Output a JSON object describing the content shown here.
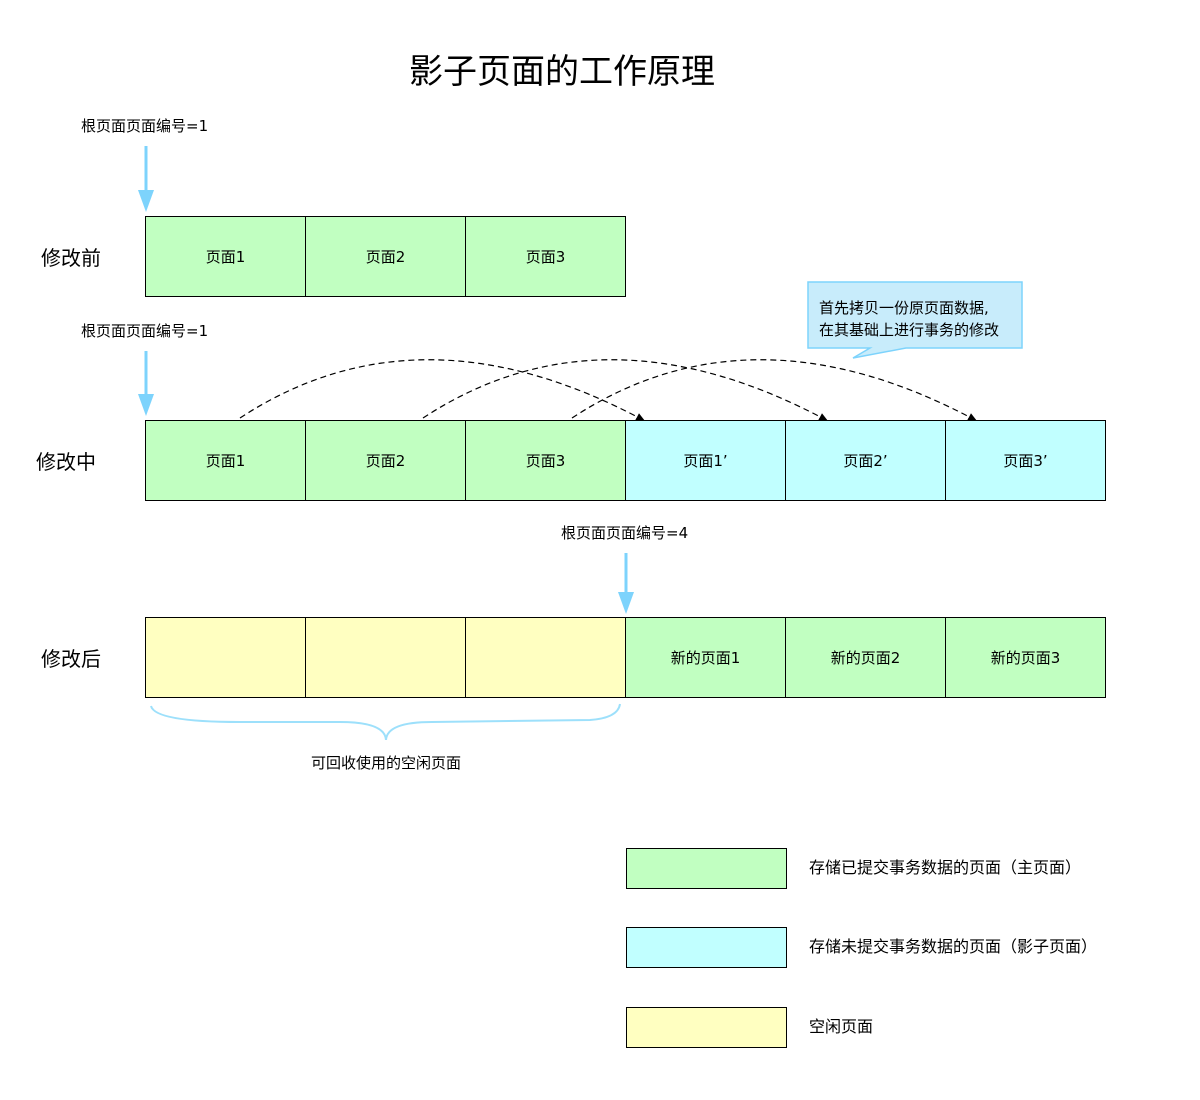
{
  "title": "影子页面的工作原理",
  "colors": {
    "committed": "#c1ffc1",
    "shadow": "#c1ffff",
    "free": "#ffffc1",
    "arrow": "#7dd3fc"
  },
  "rows": {
    "before": {
      "label": "修改前",
      "pointer_label": "根页面页面编号=1",
      "pages": [
        "页面1",
        "页面2",
        "页面3"
      ]
    },
    "during": {
      "label": "修改中",
      "pointer_label": "根页面页面编号=1",
      "pages": [
        "页面1",
        "页面2",
        "页面3"
      ],
      "shadow_pages": [
        "页面1’",
        "页面2’",
        "页面3’"
      ],
      "callout": [
        "首先拷贝一份原页面数据,",
        "在其基础上进行事务的修改"
      ]
    },
    "after": {
      "label": "修改后",
      "pointer_label": "根页面页面编号=4",
      "free_pages": [
        "",
        "",
        ""
      ],
      "new_pages": [
        "新的页面1",
        "新的页面2",
        "新的页面3"
      ],
      "brace_label": "可回收使用的空闲页面"
    }
  },
  "legend": [
    {
      "label": "存储已提交事务数据的页面（主页面）",
      "color": "#c1ffc1"
    },
    {
      "label": "存储未提交事务数据的页面（影子页面）",
      "color": "#c1ffff"
    },
    {
      "label": "空闲页面",
      "color": "#ffffc1"
    }
  ]
}
